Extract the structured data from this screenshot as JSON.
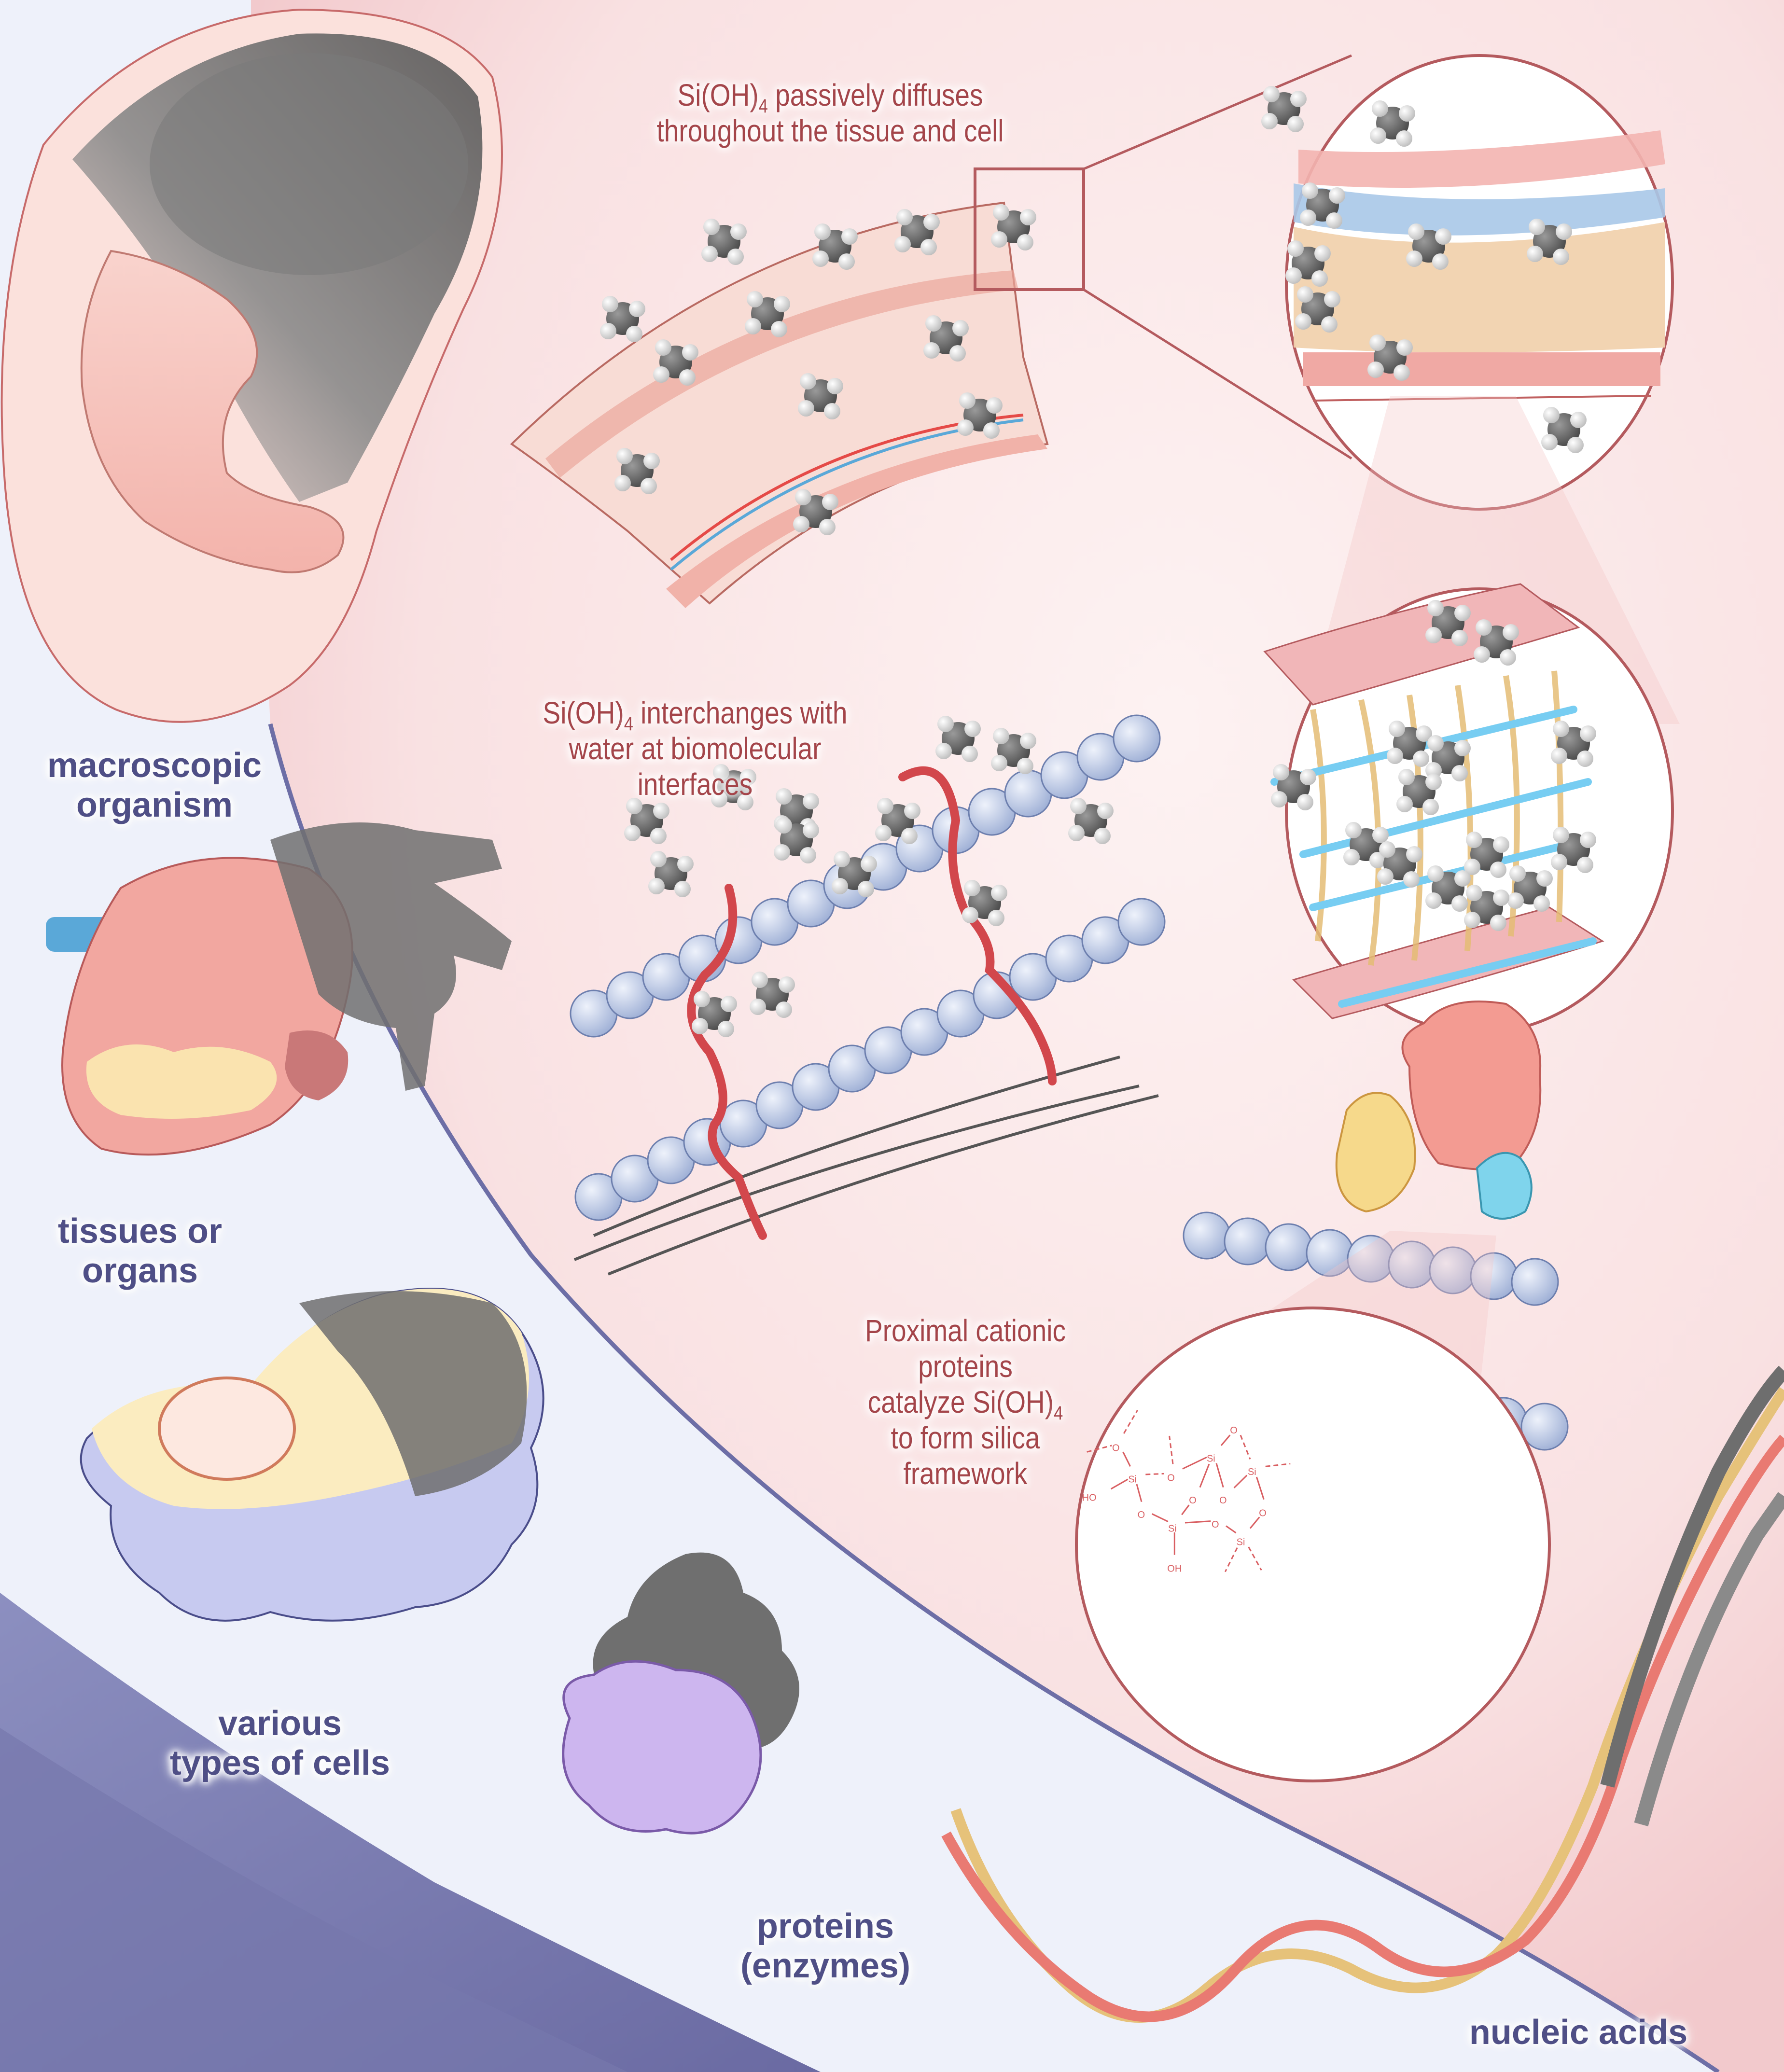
{
  "figure": {
    "theme": "Silicic acid Si(OH)4 interactions across biological scales",
    "colors": {
      "label_blue": "#4f4f86",
      "label_red": "#a4454a",
      "chem_red": "#d95f62",
      "pink_region": "#f8dfe0",
      "blue_region": "#e9edf8",
      "dark_band": "#6e6fa3",
      "molecule_core": "#6b6b6b",
      "molecule_h": "#eeeeee"
    }
  },
  "scale_labels": [
    {
      "id": "organism",
      "line1": "macroscopic",
      "line2": "organism"
    },
    {
      "id": "tissues",
      "line1": "tissues or",
      "line2": "organs"
    },
    {
      "id": "cells",
      "line1": "various",
      "line2": "types of cells"
    },
    {
      "id": "proteins",
      "line1": "proteins",
      "line2": "(enzymes)"
    },
    {
      "id": "nucleic",
      "line1": "nucleic acids",
      "line2": ""
    }
  ],
  "annotations": {
    "diffusion": {
      "formula": "Si(OH)",
      "subscript": "4",
      "line1_rest": " passively diffuses",
      "line2": "throughout the tissue and cell"
    },
    "interchange": {
      "formula": "Si(OH)",
      "subscript": "4",
      "line1_rest": " interchanges with",
      "line2": "water at biomolecular",
      "line3": "interfaces"
    },
    "catalysis": {
      "line1": "Proximal cationic",
      "line2": "proteins",
      "line3_pre": "catalyze ",
      "formula": "Si(OH)",
      "subscript": "4",
      "line4": "to form silica",
      "line5": "framework"
    }
  },
  "silica_structure": {
    "atoms": {
      "si": "Si",
      "o": "O",
      "ho": "HO",
      "oh": "OH"
    }
  }
}
